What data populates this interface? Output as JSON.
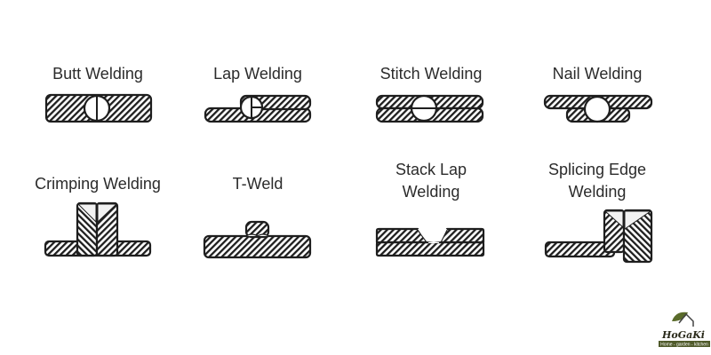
{
  "labels": {
    "butt": "Butt Welding",
    "lap": "Lap Welding",
    "stitch": "Stitch Welding",
    "nail": "Nail Welding",
    "crimping": "Crimping Welding",
    "tweld": "T-Weld",
    "stack_lap": [
      "Stack Lap",
      "Welding"
    ],
    "splicing": [
      "Splicing Edge",
      "Welding"
    ]
  },
  "logo": {
    "name": "HoGaKi",
    "tagline": "Home - garden - kitchen"
  },
  "colors": {
    "stroke": "#1e1e1e",
    "text": "#2b2b2b",
    "logo_green": "#5a6b2a",
    "weld_fill": "#ffffff"
  }
}
